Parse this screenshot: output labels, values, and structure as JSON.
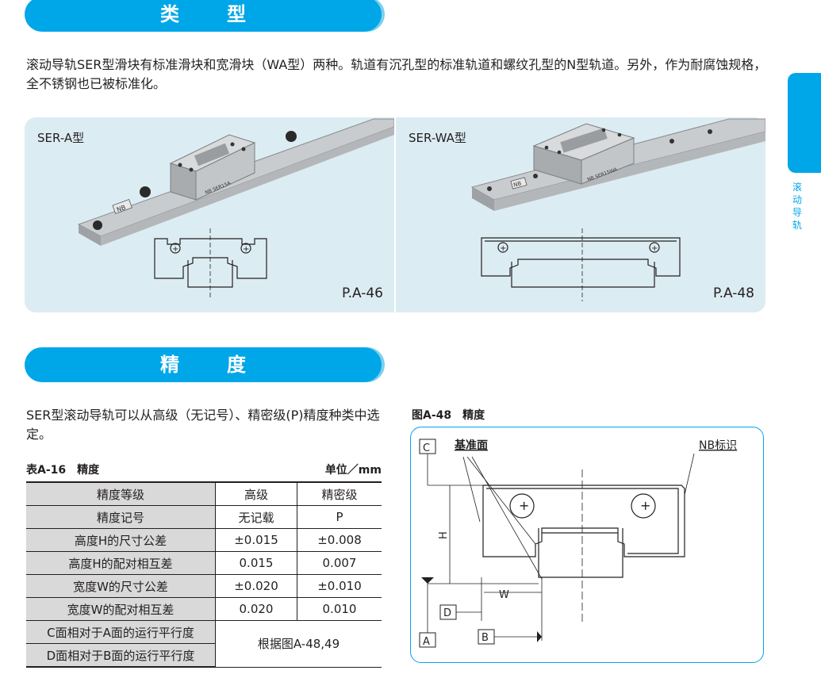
{
  "section1": {
    "title": "类　型"
  },
  "side_tab": {
    "text": "滚动导轨"
  },
  "intro_text": "滚动导轨SER型滑块有标准滑块和宽滑块（WA型）两种。轨道有沉孔型的标准轨道和螺纹孔型的N型轨道。另外，作为耐腐蚀规格，全不锈钢也已被标准化。",
  "types": [
    {
      "label": "SER-A型",
      "page_ref": "P.A-46",
      "marking": "NB",
      "model": "NB SER15A"
    },
    {
      "label": "SER-WA型",
      "page_ref": "P.A-48",
      "marking": "NB",
      "model": "NB SER15WA"
    }
  ],
  "section2": {
    "title": "精　度"
  },
  "precision_text": "SER型滚动导轨可以从高级（无记号）、精密级(P)精度种类中选定。",
  "table": {
    "caption": "表A-16　精度",
    "unit": "单位／mm",
    "rows": [
      {
        "label": "精度等级",
        "high": "高级",
        "precision": "精密级"
      },
      {
        "label": "精度记号",
        "high": "无记载",
        "precision": "P"
      },
      {
        "label": "高度H的尺寸公差",
        "high": "±0.015",
        "precision": "±0.008"
      },
      {
        "label": "高度H的配对相互差",
        "high": "0.015",
        "precision": "0.007"
      },
      {
        "label": "宽度W的尺寸公差",
        "high": "±0.020",
        "precision": "±0.010"
      },
      {
        "label": "宽度W的配对相互差",
        "high": "0.020",
        "precision": "0.010"
      }
    ],
    "merged_rows": [
      "C面相对于A面的运行平行度",
      "D面相对于B面的运行平行度"
    ],
    "merged_value": "根据图A-48,49"
  },
  "figure": {
    "caption": "图A-48　精度",
    "labels": {
      "c": "C",
      "datum": "基准面",
      "nb_mark": "NB标识",
      "h": "H",
      "w": "W",
      "d": "D",
      "a": "A",
      "b": "B"
    }
  },
  "colors": {
    "accent": "#00a7e8",
    "panel_bg": "#dcecf3",
    "table_header_bg": "#d9d9d9"
  }
}
